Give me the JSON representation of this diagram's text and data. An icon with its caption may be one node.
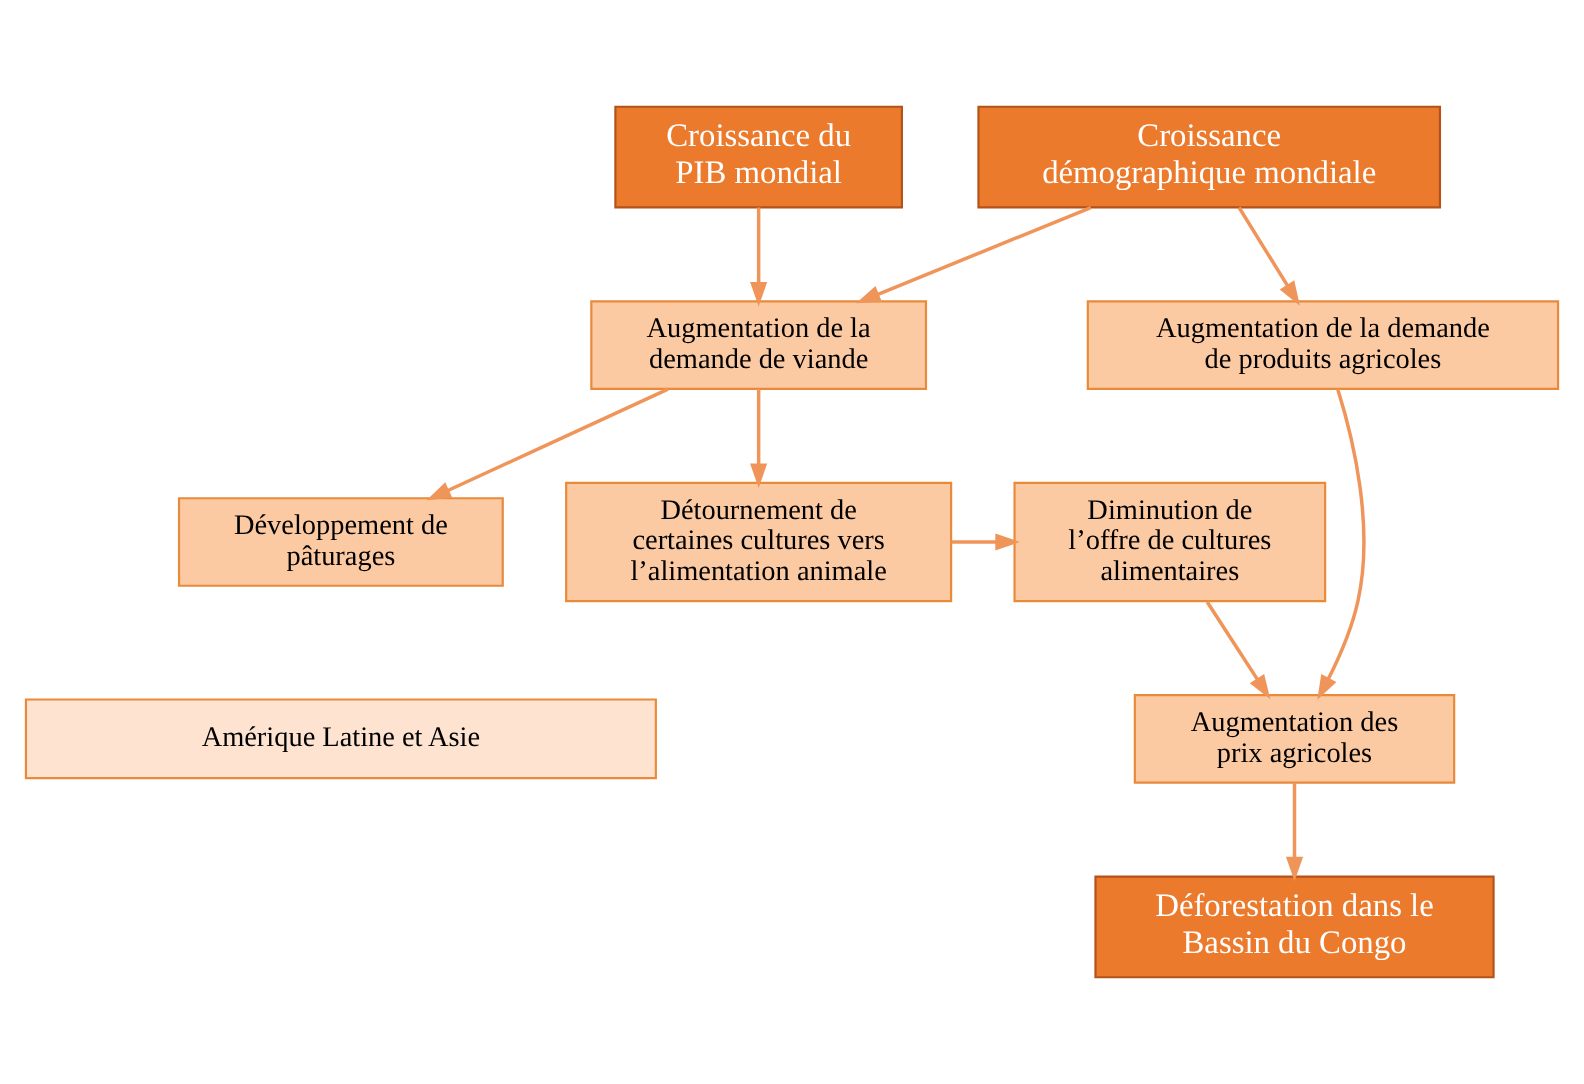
{
  "diagram": {
    "nodes": [
      {
        "text": [
          "Croissance du PIB mondial"
        ]
      },
      {
        "text": [
          "Croissance démographique mondiale"
        ]
      },
      {
        "text": [
          "Augmentation de la demande de viande"
        ]
      },
      {
        "text": [
          "Augmentation de la demande de produits agricoles"
        ]
      },
      {
        "text": [
          "Augmentation des prix agricoles"
        ]
      },
      {
        "text": [
          "Développement de pâturages"
        ]
      },
      {
        "text": [
          "Détournement de certaines cultures vers l’alimentation animale"
        ]
      },
      {
        "text": [
          "Diminution de l’offre de cultures alimentaires"
        ]
      },
      {
        "text": [
          "Amérique Latine et Asie"
        ]
      },
      {
        "text": [
          "Déforestation dans le Bassin du Congo"
        ]
      }
    ],
    "edges": [
      {
        "from": 0,
        "to": 2,
        "arrow": "to"
      },
      {
        "from": 1,
        "to": 2,
        "arrow": "to"
      },
      {
        "from": 1,
        "to": 3,
        "arrow": "to"
      },
      {
        "from": 3,
        "to": 4,
        "arrow": "to"
      },
      {
        "from": 2,
        "to": 5,
        "arrow": "to"
      },
      {
        "from": 2,
        "to": 6,
        "arrow": "to"
      },
      {
        "from": 6,
        "to": 7,
        "arrow": "to"
      },
      {
        "from": 7,
        "to": 4,
        "arrow": "to"
      },
      {
        "from": 4,
        "to": 9,
        "arrow": "to"
      }
    ]
  }
}
